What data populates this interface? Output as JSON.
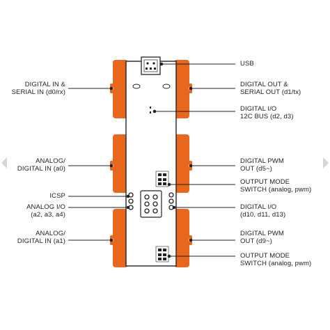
{
  "colors": {
    "module_orange": "#e8671d",
    "board_outline": "#222222",
    "line": "#222222",
    "background": "#ffffff"
  },
  "labels": {
    "usb": [
      "USB"
    ],
    "digital_in_serial": [
      "DIGITAL IN &",
      "SERIAL IN (d0/rx)"
    ],
    "digital_out_serial": [
      "DIGITAL OUT &",
      "SERIAL OUT (d1/tx)"
    ],
    "i2c_bus": [
      "DIGITAL I/O",
      "12C BUS (d2, d3)"
    ],
    "analog_digital_in_a0": [
      "ANALOG/",
      "DIGITAL IN (a0)"
    ],
    "pwm_d5": [
      "DIGITAL PWM",
      "OUT (d5~)"
    ],
    "output_mode_1": [
      "OUTPUT MODE",
      "SWITCH (analog, pwm)"
    ],
    "icsp": [
      "ICSP"
    ],
    "analog_io": [
      "ANALOG I/O",
      "(a2, a3, a4)"
    ],
    "digital_io_d10": [
      "DIGITAL I/O",
      "(d10, d11, d13)"
    ],
    "analog_digital_in_a1": [
      "ANALOG/",
      "DIGITAL IN (a1)"
    ],
    "pwm_d9": [
      "DIGITAL PWM",
      "OUT (d9~)"
    ],
    "output_mode_2": [
      "OUTPUT MODE",
      "SWITCH (analog, pwm)"
    ]
  }
}
